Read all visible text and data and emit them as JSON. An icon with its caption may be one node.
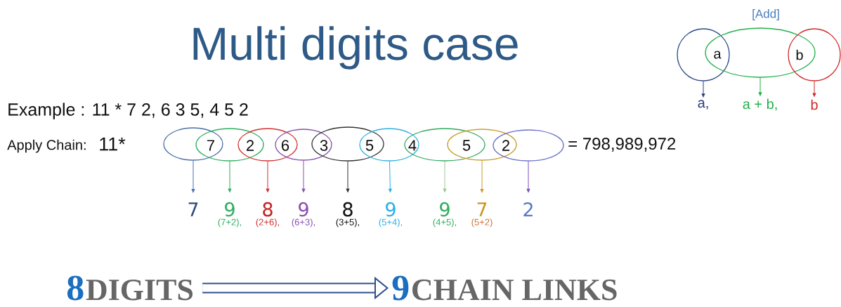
{
  "diagram": {
    "title": "Multi digits case",
    "nodes": [
      {
        "text": [],
        "shape": "ellipse"
      },
      {
        "text": [],
        "shape": "ellipse"
      },
      {
        "text": [],
        "shape": "ellipse"
      },
      {
        "text": [],
        "shape": "ellipse"
      },
      {
        "text": [],
        "shape": "ellipse"
      },
      {
        "text": [],
        "shape": "ellipse"
      },
      {
        "text": [],
        "shape": "ellipse"
      },
      {
        "text": [],
        "shape": "ellipse"
      },
      {
        "text": [],
        "shape": "ellipse"
      },
      {
        "text": [
          "7"
        ]
      },
      {
        "text": [
          "9"
        ],
        "beside": [
          "(7+2),"
        ]
      },
      {
        "text": [
          "8"
        ],
        "beside": [
          "(2+6),"
        ]
      },
      {
        "text": [
          "9"
        ],
        "beside": [
          "(6+3),"
        ]
      },
      {
        "text": [
          "8"
        ],
        "beside": [
          "(3+5),"
        ]
      },
      {
        "text": [
          "9"
        ],
        "beside": [
          "(5+4),"
        ]
      },
      {
        "text": [
          "9"
        ],
        "beside": [
          "(4+5),"
        ]
      },
      {
        "text": [
          "7"
        ],
        "beside": [
          "(5+2)"
        ]
      },
      {
        "text": [
          "2"
        ]
      },
      {
        "text": [],
        "shape": "circle"
      },
      {
        "text": [],
        "shape": "ellipse"
      },
      {
        "text": [],
        "shape": "circle"
      },
      {
        "text": [
          "a,"
        ]
      },
      {
        "text": [
          "a + b,"
        ]
      },
      {
        "text": [
          "b"
        ]
      },
      {
        "text": [
          "8",
          "DIGITS"
        ]
      },
      {
        "text": [
          "9",
          "CHAIN LINKS"
        ]
      }
    ],
    "edges": [
      {
        "from": 0,
        "to": 9,
        "arrow": "to",
        "color": "#4a6fb5"
      },
      {
        "from": 1,
        "to": 10,
        "arrow": "to",
        "color": "#2fae60"
      },
      {
        "from": 2,
        "to": 11,
        "arrow": "to",
        "color": "#d03030"
      },
      {
        "from": 3,
        "to": 12,
        "arrow": "to",
        "color": "#8a4fb0"
      },
      {
        "from": 4,
        "to": 13,
        "arrow": "to",
        "color": "#333333"
      },
      {
        "from": 5,
        "to": 14,
        "arrow": "to",
        "color": "#2ab0e4"
      },
      {
        "from": 6,
        "to": 15,
        "arrow": "to",
        "color": "#9cc890"
      },
      {
        "from": 7,
        "to": 16,
        "arrow": "to",
        "color": "#c89a28"
      },
      {
        "from": 8,
        "to": 17,
        "arrow": "to",
        "color": "#7a4fb8"
      },
      {
        "from": 18,
        "to": 21,
        "arrow": "to",
        "color": "#2a3f7a"
      },
      {
        "from": 19,
        "to": 22,
        "arrow": "to",
        "color": "#22b04a"
      },
      {
        "from": 20,
        "to": 23,
        "arrow": "to",
        "color": "#d02828"
      },
      {
        "from": 24,
        "to": 25,
        "arrow": "to",
        "style": "thick",
        "color": "#2f4f8f"
      }
    ],
    "labels": [
      "[Add]",
      "a",
      "b",
      "Example :  11 *  7 2, 6 3 5, 4 5 2",
      "Apply Chain:",
      "11*",
      "7",
      "2",
      "6",
      "3",
      "5",
      "4",
      "5",
      "2",
      "= 798,989,972"
    ]
  }
}
